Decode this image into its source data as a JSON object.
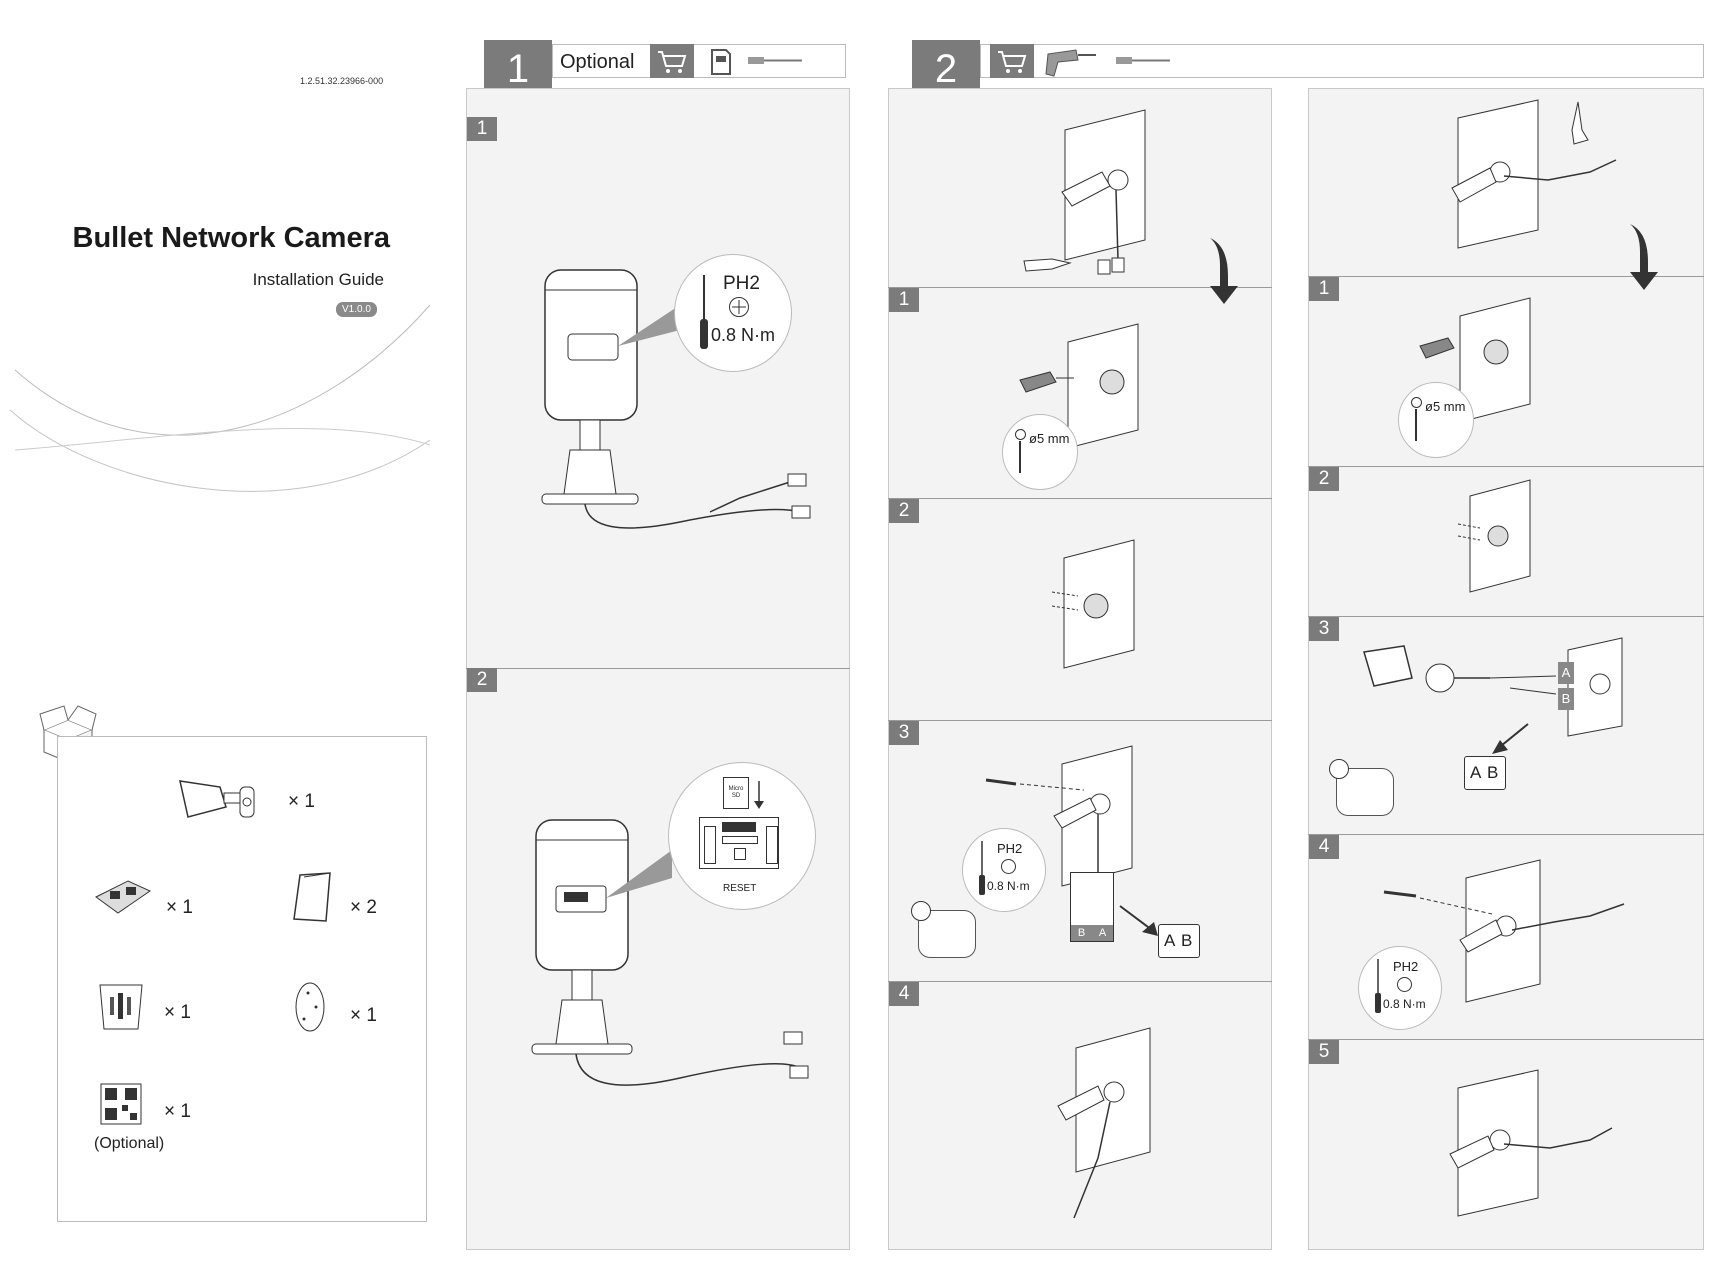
{
  "cover": {
    "doc_number": "1.2.51.32.23966-000",
    "title": "Bullet Network Camera",
    "subtitle": "Installation Guide",
    "version": "V1.0.0"
  },
  "package": {
    "items": [
      {
        "icon": "bullet-camera-icon",
        "qty": "× 1"
      },
      {
        "icon": "screw-bag-icon",
        "qty": "× 1"
      },
      {
        "icon": "manual-booklet-icon",
        "qty": "× 2"
      },
      {
        "icon": "accessory-pack-icon",
        "qty": "× 1"
      },
      {
        "icon": "drill-template-icon",
        "qty": "× 1"
      },
      {
        "icon": "qr-code-icon",
        "qty": "× 1",
        "note": "(Optional)"
      }
    ]
  },
  "section1": {
    "number": "1",
    "label": "Optional",
    "steps": [
      {
        "num": "1",
        "screwdriver": "PH2",
        "torque": "0.8 N·m"
      },
      {
        "num": "2",
        "card_label": "Micro SD",
        "reset_label": "RESET"
      }
    ]
  },
  "section2": {
    "number": "2",
    "left_column": {
      "steps": [
        {
          "num": "1",
          "drill_size": "ø5 mm"
        },
        {
          "num": "2"
        },
        {
          "num": "3",
          "screwdriver": "PH2",
          "torque": "0.8 N·m",
          "terminal_labels": [
            "B",
            "A"
          ],
          "book_labels": [
            "A",
            "B"
          ]
        },
        {
          "num": "4"
        }
      ]
    },
    "right_column": {
      "steps": [
        {
          "num": "1",
          "drill_size": "ø5 mm"
        },
        {
          "num": "2"
        },
        {
          "num": "3",
          "terminal_labels": [
            "A",
            "B"
          ],
          "book_labels": [
            "A",
            "B"
          ]
        },
        {
          "num": "4",
          "screwdriver": "PH2",
          "torque": "0.8 N·m"
        },
        {
          "num": "5"
        }
      ]
    }
  }
}
